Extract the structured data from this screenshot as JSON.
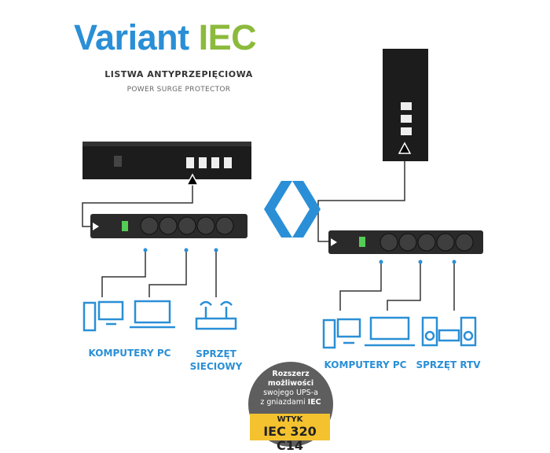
{
  "header": {
    "title_part1": "Variant",
    "title_part2": "IEC",
    "subtitle_pl": "LISTWA ANTYPRZEPIĘCIOWA",
    "subtitle_en": "POWER SURGE PROTECTOR"
  },
  "left_group": {
    "label_pc": "KOMPUTERY PC",
    "label_network_1": "SPRZĘT",
    "label_network_2": "SIECIOWY"
  },
  "right_group": {
    "label_pc": "KOMPUTERY PC",
    "label_rtv": "SPRZĘT RTV"
  },
  "badge": {
    "line1": "Rozszerz",
    "line2": "możliwości",
    "line3": "swojego UPS-a",
    "line4_prefix": "z gniazdami ",
    "line4_bold": "IEC",
    "plug_label": "WTYK",
    "plug_type": "IEC 320 C14"
  },
  "colors": {
    "blue": "#2a8fd6",
    "green": "#8cba3c",
    "badge_gray": "#5e5e5e",
    "yellow": "#f4c22f"
  }
}
